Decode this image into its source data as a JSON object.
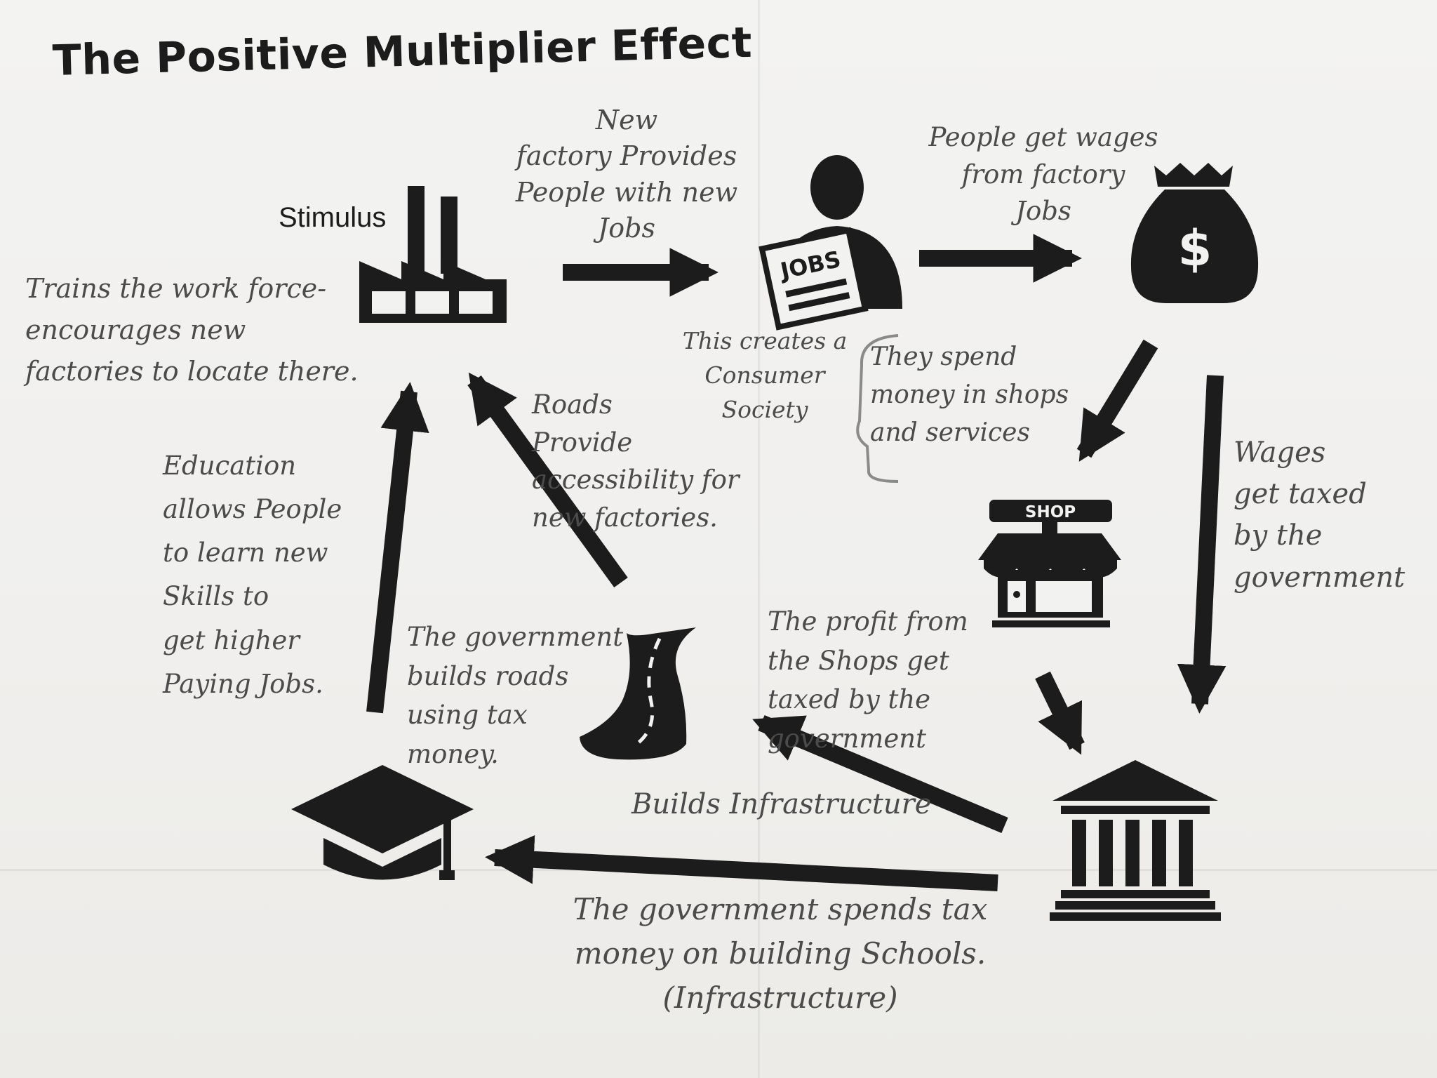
{
  "title": "The Positive Multiplier Effect",
  "stimulus_label": "Stimulus",
  "icons": {
    "jobs_sign": "JOBS",
    "shop_sign": "SHOP",
    "money_symbol": "$"
  },
  "notes": {
    "factory_jobs": "New\nfactory Provides\nPeople with new\nJobs",
    "wages_from_factory": "People get wages\nfrom factory\nJobs",
    "trains_workforce": "Trains the work force-\nencourages new\nfactories to locate there.",
    "consumer_society": "This creates a\nConsumer\nSociety",
    "spend_money": "They spend\nmoney in shops\nand services",
    "wages_taxed": "Wages\nget taxed\nby the\ngovernment",
    "roads_access": "Roads\nProvide\naccessibility for\nnew factories.",
    "education": "Education\nallows People\nto learn new\nSkills to\nget higher\nPaying Jobs.",
    "gov_builds_roads": "The government\nbuilds roads\nusing tax\nmoney.",
    "shop_profit_taxed": "The profit from\nthe Shops get\ntaxed by the\ngovernment",
    "builds_infrastructure": "Builds Infrastructure",
    "gov_spends_schools": "The government spends tax\nmoney on building Schools.\n(Infrastructure)"
  }
}
